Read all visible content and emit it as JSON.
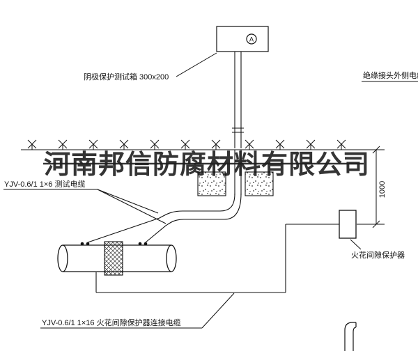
{
  "drawing": {
    "watermark": "河南邦信防腐材料有限公司",
    "labels": {
      "test_box": "阴极保护测试箱 300x200",
      "outer_cable": "绝缘接头外侧电缆",
      "test_cable": "YJV-0.6/1 1×6  测试电缆",
      "spark_gap_protector": "火花间隙保护器",
      "connection_cable": "YJV-0.6/1 1×16  火花间隙保护器连接电缆",
      "dimension": "1000",
      "meter": "A"
    },
    "colors": {
      "line": "#111111",
      "background": "#ffffff",
      "watermark": "#1f1f1f"
    }
  }
}
